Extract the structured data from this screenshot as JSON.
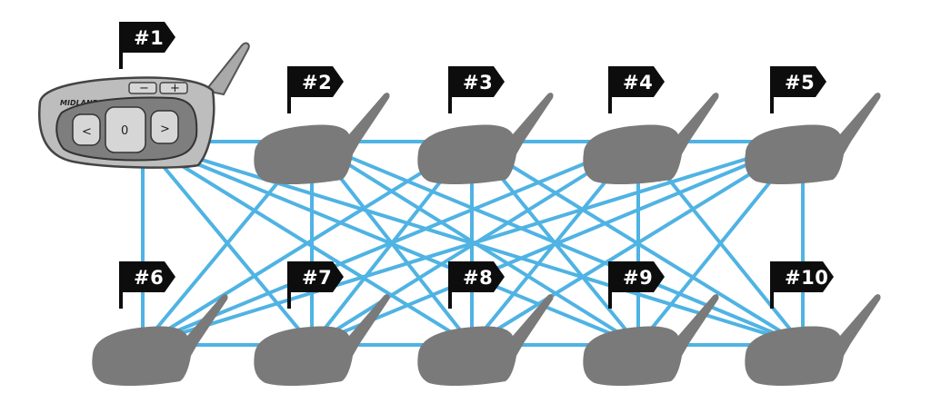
{
  "colors": {
    "link": "#4fb3e3",
    "device": "#7a7a7a",
    "flag": "#0d0d0d",
    "flag_text": "#ffffff",
    "main_device_body": "#bdbdbd",
    "main_device_face": "#7e7e7e",
    "main_device_button": "#d6d6d6"
  },
  "main_device": {
    "brand": "MIDLAND",
    "buttons": {
      "minus": "−",
      "plus": "+",
      "left": "<",
      "center": "0",
      "right": ">"
    }
  },
  "nodes": [
    {
      "label": "#1",
      "icon": "midland-intercom-icon"
    },
    {
      "label": "#2",
      "icon": "intercom-silhouette-icon"
    },
    {
      "label": "#3",
      "icon": "intercom-silhouette-icon"
    },
    {
      "label": "#4",
      "icon": "intercom-silhouette-icon"
    },
    {
      "label": "#5",
      "icon": "intercom-silhouette-icon"
    },
    {
      "label": "#6",
      "icon": "intercom-silhouette-icon"
    },
    {
      "label": "#7",
      "icon": "intercom-silhouette-icon"
    },
    {
      "label": "#8",
      "icon": "intercom-silhouette-icon"
    },
    {
      "label": "#9",
      "icon": "intercom-silhouette-icon"
    },
    {
      "label": "#10",
      "icon": "intercom-silhouette-icon"
    }
  ],
  "topology": "full-mesh"
}
